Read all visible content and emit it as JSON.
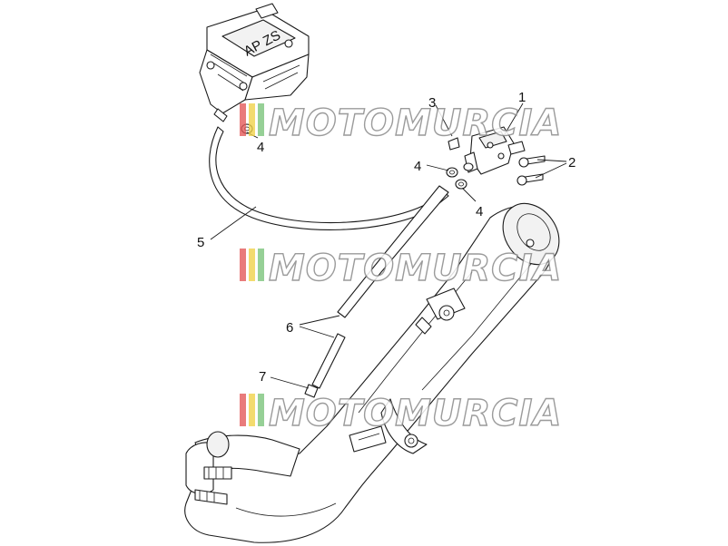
{
  "callouts": [
    {
      "id": "1",
      "label": "1"
    },
    {
      "id": "2",
      "label": "2"
    },
    {
      "id": "3",
      "label": "3"
    },
    {
      "id": "4a",
      "label": "4"
    },
    {
      "id": "4b",
      "label": "4"
    },
    {
      "id": "4c",
      "label": "4"
    },
    {
      "id": "5",
      "label": "5"
    },
    {
      "id": "6",
      "label": "6"
    },
    {
      "id": "7",
      "label": "7"
    }
  ],
  "watermark": {
    "text": "MOTOMURCIA",
    "stripe_colors": [
      "#e35a5a",
      "#f0d24a",
      "#7cc47c"
    ]
  },
  "canister_lid_marking": "AP ZS"
}
